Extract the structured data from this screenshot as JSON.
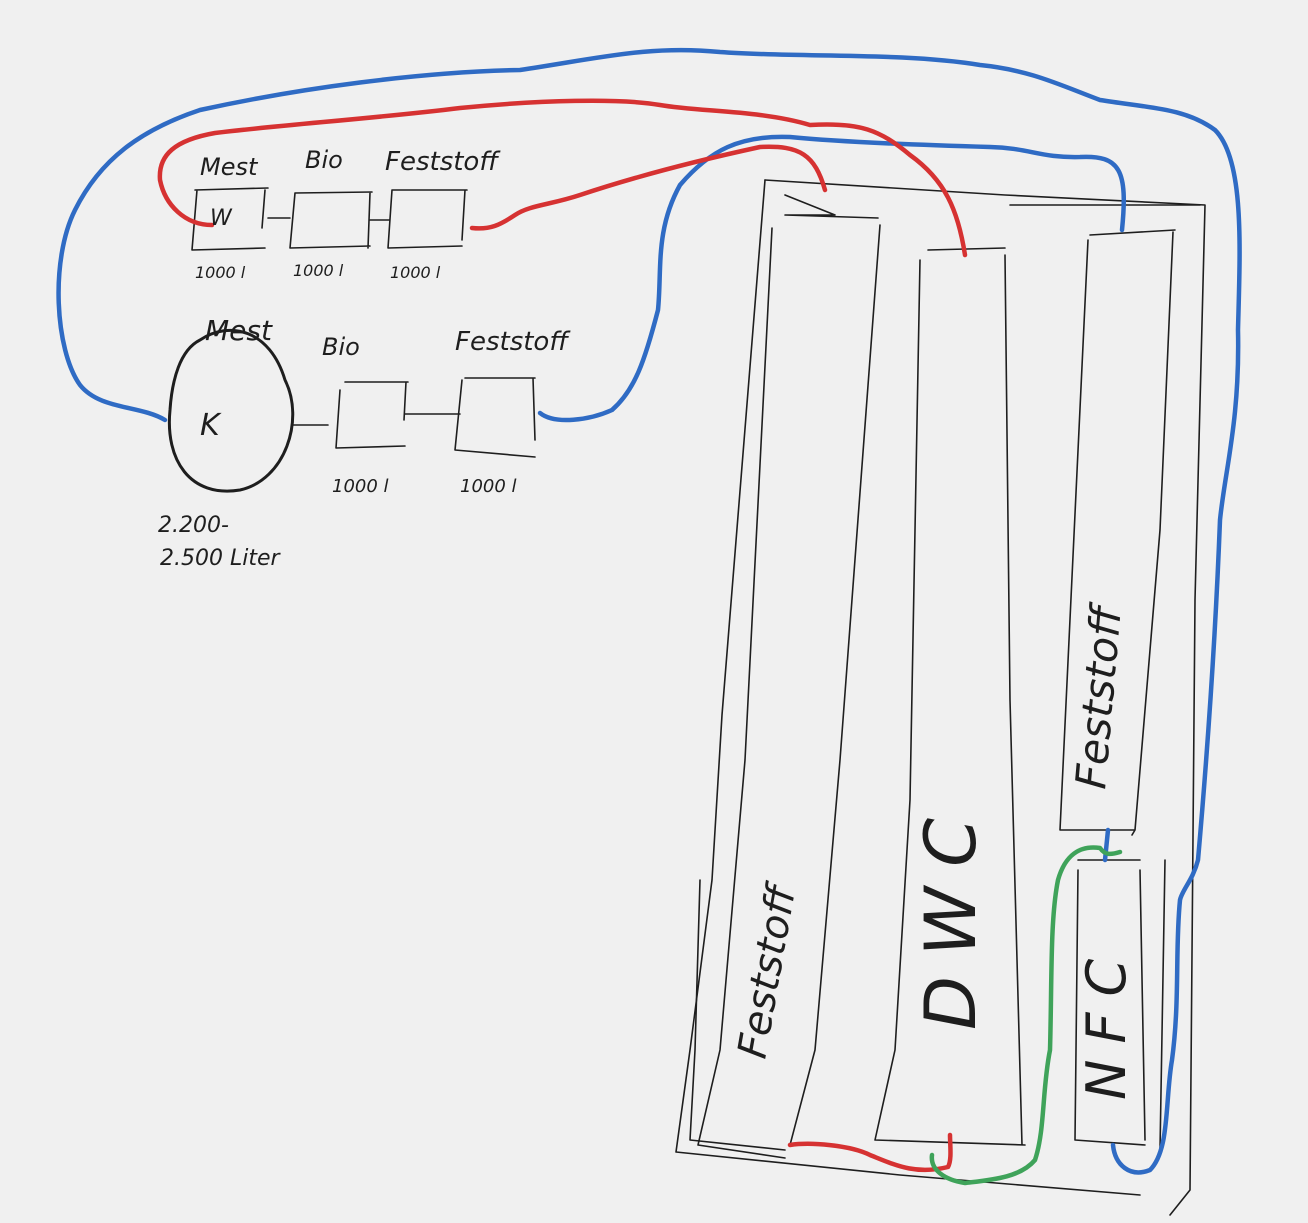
{
  "colors": {
    "background": "#f0f0f0",
    "ink": "#1e1e1e",
    "blue": "#2f6bc4",
    "red": "#d63232",
    "green": "#3fa35a"
  },
  "top_row": {
    "labels": [
      "Mest",
      "Bio",
      "Feststoff"
    ],
    "first_box_mark": "W",
    "volumes": [
      "1000 l",
      "1000 l",
      "1000 l"
    ]
  },
  "bottom_row": {
    "labels": [
      "Mest",
      "Bio",
      "Feststoff"
    ],
    "circle_mark": "K",
    "volumes": [
      "1000 l",
      "1000 l"
    ],
    "circle_volume_line1": "2.200-",
    "circle_volume_line2": "2.500 Liter"
  },
  "system": {
    "left_column": "Feststoff",
    "middle_column": "DWC",
    "right_upper_column": "Feststoff",
    "right_lower_column": "NFC"
  }
}
